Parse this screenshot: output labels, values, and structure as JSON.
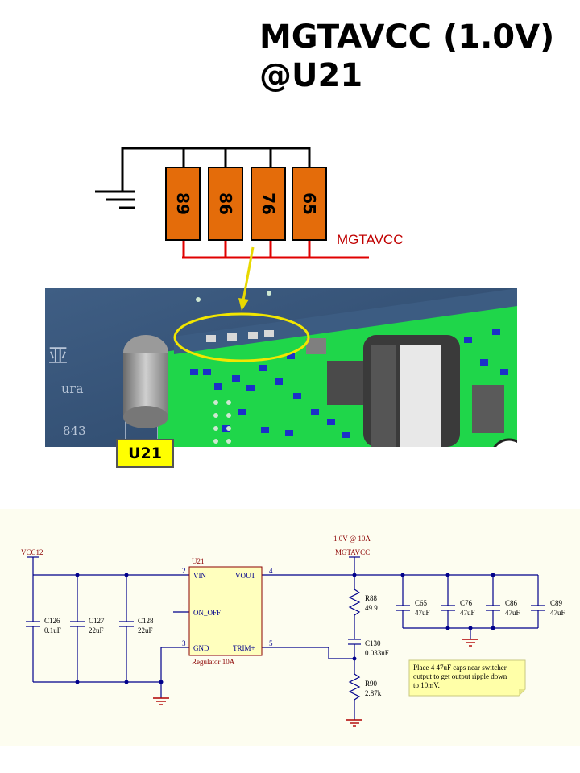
{
  "title": {
    "line1": "MGTAVCC (1.0V)",
    "line2": "@U21"
  },
  "capacitor_labels": [
    "89",
    "86",
    "76",
    "65"
  ],
  "rail_label": "MGTAVCC",
  "badge": "U21",
  "board_silkscreen": [
    "ura",
    "843",
    "亚"
  ],
  "schematic": {
    "vcc12": "VCC12",
    "rail_voltage": "1.0V @ 10A",
    "rail_net": "MGTAVCC",
    "ic": {
      "ref": "U21",
      "name": "Regulator 10A",
      "pins": {
        "vin": "VIN",
        "vin_num": "2",
        "onoff": "ON_OFF",
        "onoff_num": "1",
        "gnd": "GND",
        "gnd_num": "3",
        "vout": "VOUT",
        "vout_num": "4",
        "trim": "TRIM+",
        "trim_num": "5"
      }
    },
    "input_caps": [
      {
        "ref": "C126",
        "value": "0.1uF"
      },
      {
        "ref": "C127",
        "value": "22uF"
      },
      {
        "ref": "C128",
        "value": "22uF"
      }
    ],
    "r88": {
      "ref": "R88",
      "value": "49.9"
    },
    "c130": {
      "ref": "C130",
      "value": "0.033uF"
    },
    "r90": {
      "ref": "R90",
      "value": "2.87k"
    },
    "output_caps": [
      {
        "ref": "C65",
        "value": "47uF"
      },
      {
        "ref": "C76",
        "value": "47uF"
      },
      {
        "ref": "C86",
        "value": "47uF"
      },
      {
        "ref": "C89",
        "value": "47uF"
      }
    ],
    "note": [
      "Place 4 47uF caps near switcher",
      "output to get output ripple down",
      "to 10mV."
    ]
  },
  "colors": {
    "cap_fill": "#e46c0a",
    "rail": "#e00000",
    "badge": "#ffff00",
    "pcb_green": "#1fd64a",
    "arrow": "#e8d800",
    "schematic_wire": "#00008b",
    "schematic_text": "#8b0000"
  }
}
